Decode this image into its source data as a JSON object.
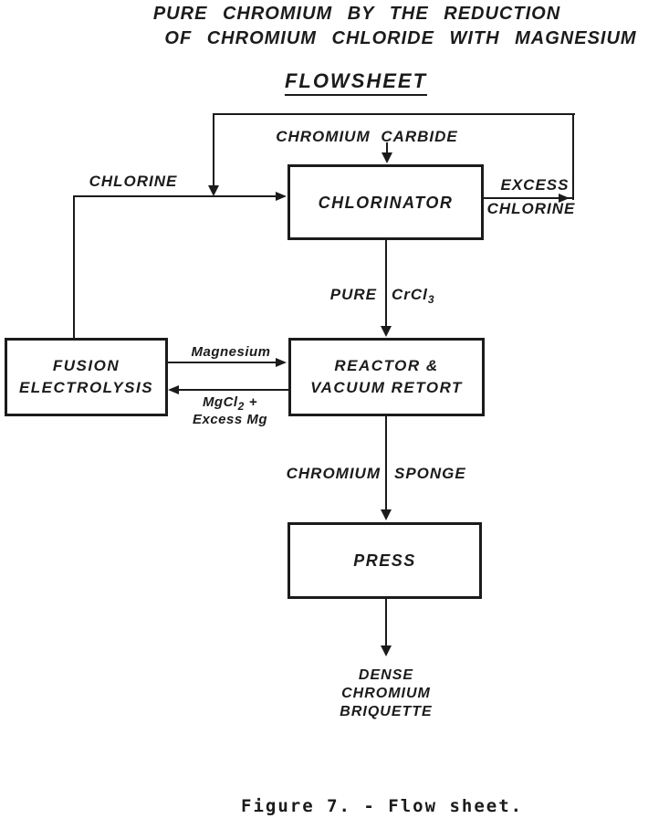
{
  "title": {
    "line1": "PURE CHROMIUM BY THE REDUCTION",
    "line2": "OF CHROMIUM CHLORIDE WITH MAGNESIUM"
  },
  "subtitle": "FLOWSHEET",
  "nodes": {
    "chlorinator": {
      "label": "CHLORINATOR"
    },
    "fusion_electrolysis": {
      "line1": "FUSION",
      "line2": "ELECTROLYSIS"
    },
    "reactor": {
      "line1": "REACTOR &",
      "line2": "VACUUM RETORT"
    },
    "press": {
      "label": "PRESS"
    }
  },
  "flows": {
    "chromium_carbide": {
      "label": "CHROMIUM CARBIDE"
    },
    "chlorine": {
      "label": "CHLORINE"
    },
    "excess_chlorine": {
      "line1": "EXCESS",
      "line2": "CHLORINE"
    },
    "pure_crcl3": {
      "word": "PURE",
      "formula_base": "CrCl",
      "formula_sub": "3"
    },
    "magnesium": {
      "label": "Magnesium"
    },
    "mgcl2_return": {
      "formula_base": "MgCl",
      "formula_sub": "2",
      "formula_suffix": "+",
      "line2": "Excess Mg"
    },
    "chromium_sponge": {
      "word1": "CHROMIUM",
      "word2": "SPONGE"
    },
    "dense_briquette": {
      "line1": "DENSE",
      "line2": "CHROMIUM",
      "line3": "BRIQUETTE"
    }
  },
  "caption": "Figure 7. - Flow sheet.",
  "colors": {
    "ink": "#1b1b1b",
    "paper": "#ffffff"
  }
}
